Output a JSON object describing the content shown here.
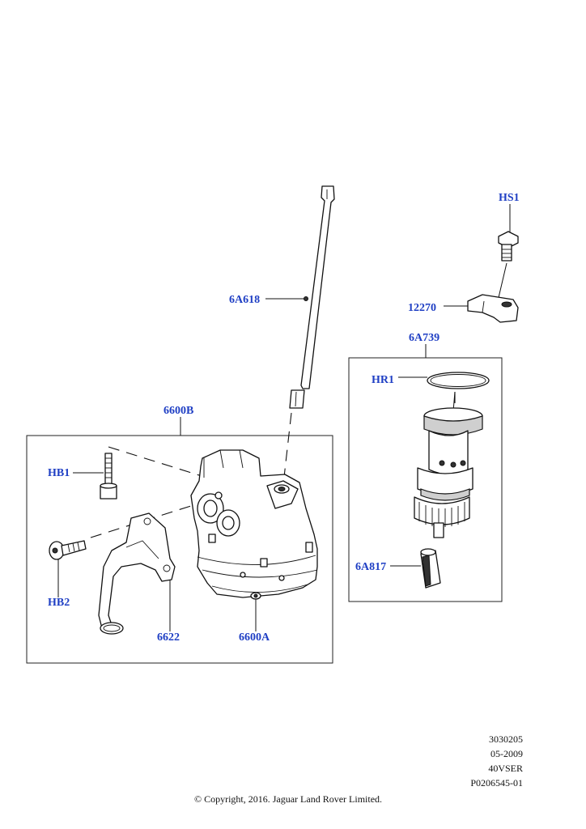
{
  "callouts": {
    "hs1": "HS1",
    "p6a618": "6A618",
    "p12270": "12270",
    "p6a739": "6A739",
    "hr1": "HR1",
    "p6600b": "6600B",
    "hb1": "HB1",
    "hb2": "HB2",
    "p6622": "6622",
    "p6600a": "6600A",
    "p6a817": "6A817"
  },
  "meta": {
    "line1": "3030205",
    "line2": "05-2009",
    "line3": "40VSER",
    "line4": "P0206545-01"
  },
  "copyright": "© Copyright, 2016. Jaguar Land Rover Limited."
}
